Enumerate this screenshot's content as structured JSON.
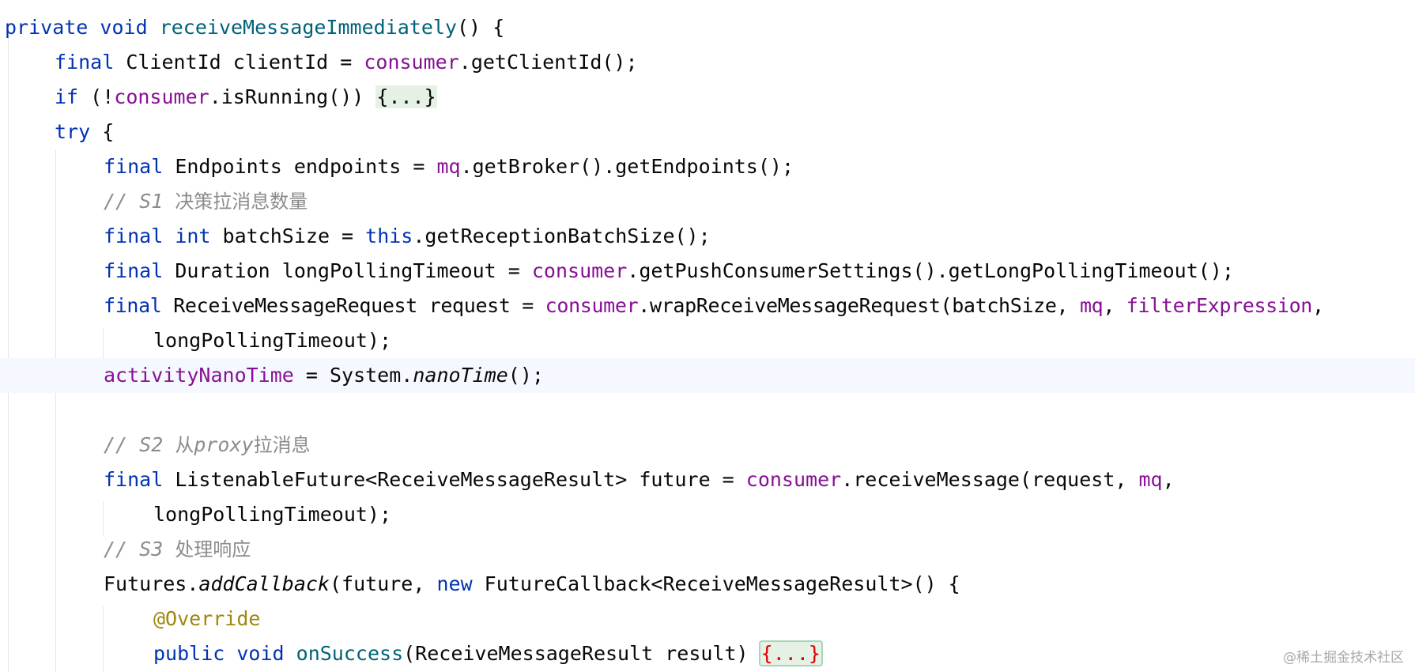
{
  "code": {
    "l1": {
      "kw1": "private",
      "kw2": "void",
      "method": "receiveMessageImmediately",
      "rest": "() {"
    },
    "l2": {
      "kw": "final",
      "p1": " ClientId clientId = ",
      "field": "consumer",
      "p2": ".getClientId();"
    },
    "l3": {
      "kw": "if",
      "p1": " (!",
      "field": "consumer",
      "p2": ".isRunning()) ",
      "fold": "{...}"
    },
    "l4": {
      "kw": "try",
      "p1": " {"
    },
    "l5": {
      "kw": "final",
      "p1": " Endpoints endpoints = ",
      "field": "mq",
      "p2": ".getBroker().getEndpoints();"
    },
    "l6": {
      "prefix": "// S1 ",
      "text": "决策拉消息数量"
    },
    "l7": {
      "kw1": "final",
      "kw2": "int",
      "p1": " batchSize = ",
      "kw3": "this",
      "p2": ".getReceptionBatchSize();"
    },
    "l8": {
      "kw": "final",
      "p1": " Duration longPollingTimeout = ",
      "field": "consumer",
      "p2": ".getPushConsumerSettings().getLongPollingTimeout();"
    },
    "l9": {
      "kw": "final",
      "p1": " ReceiveMessageRequest request = ",
      "field": "consumer",
      "p2": ".wrapReceiveMessageRequest(batchSize, ",
      "field2": "mq",
      "p3": ", ",
      "field3": "filterExpression",
      "p4": ","
    },
    "l10": {
      "p1": "longPollingTimeout);"
    },
    "l11": {
      "field": "activityNanoTime",
      "p1": " = System.",
      "ital": "nanoTime",
      "p2": "();"
    },
    "l13": {
      "prefix": "// S2 ",
      "text1": "从",
      "mid": "proxy",
      "text2": "拉消息"
    },
    "l14": {
      "kw": "final",
      "p1": " ListenableFuture<ReceiveMessageResult> future = ",
      "field": "consumer",
      "p2": ".receiveMessage(request, ",
      "field2": "mq",
      "p3": ","
    },
    "l15": {
      "p1": "longPollingTimeout);"
    },
    "l16": {
      "prefix": "// S3 ",
      "text": "处理响应"
    },
    "l17": {
      "p1": "Futures.",
      "ital": "addCallback",
      "p2": "(future, ",
      "kw": "new",
      "p3": " FutureCallback<ReceiveMessageResult>() {"
    },
    "l18": {
      "ann": "@Override"
    },
    "l19": {
      "kw1": "public",
      "kw2": "void",
      "method": "onSuccess",
      "p1": "(ReceiveMessageResult result) ",
      "fold": "{...}"
    }
  },
  "watermark": "@稀土掘金技术社区",
  "colors": {
    "keyword": "#0033b3",
    "method": "#00627a",
    "field": "#871094",
    "comment": "#8c8c8c",
    "annotation": "#9e880d",
    "fold_bg": "#e4f1e4",
    "current_line": "#f5f8fe"
  }
}
